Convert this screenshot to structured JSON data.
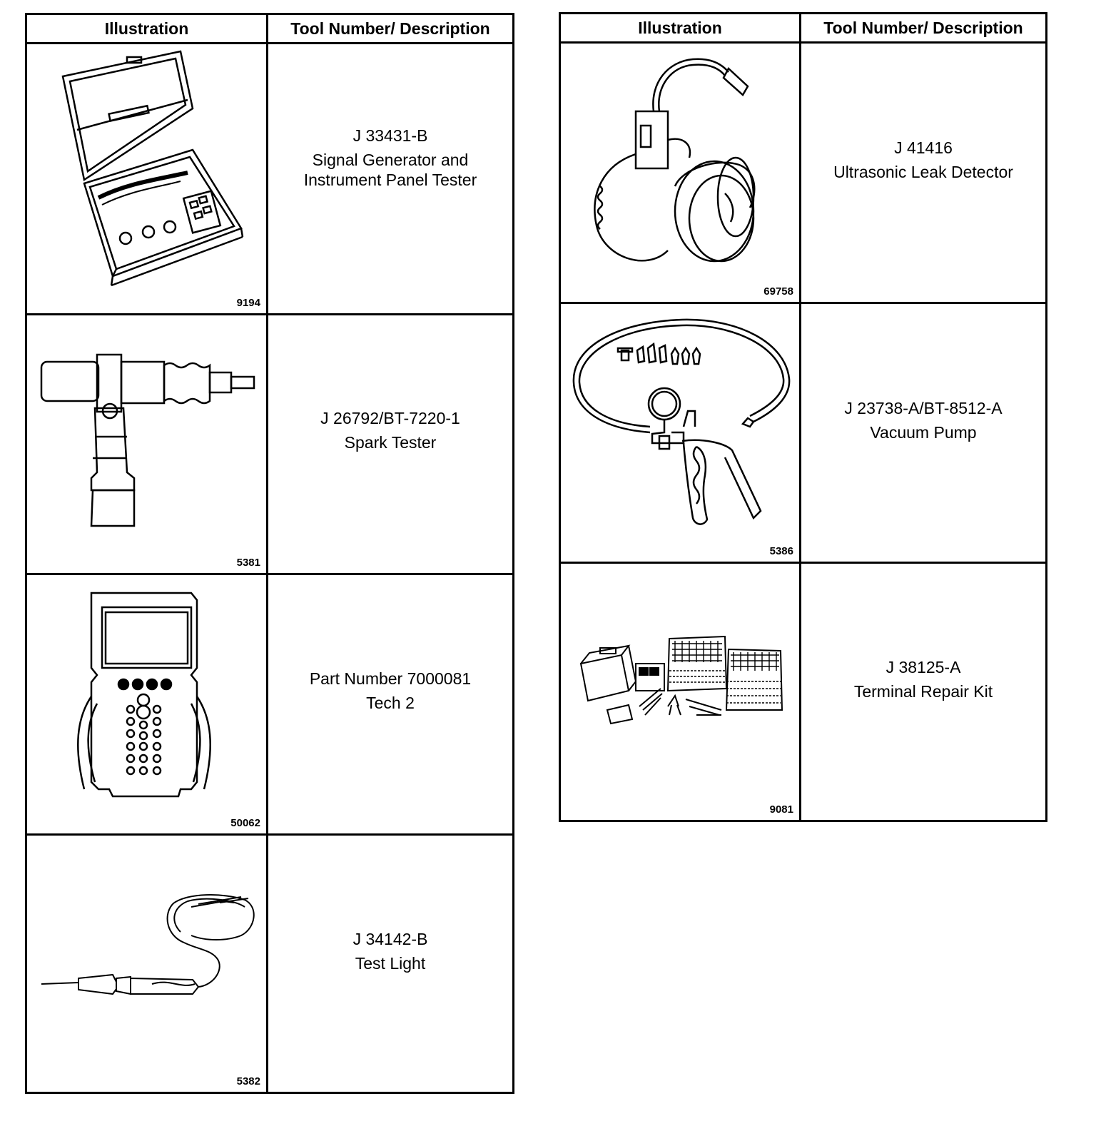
{
  "left_table": {
    "header_illustration": "Illustration",
    "header_description": "Tool Number/ Description",
    "rows": [
      {
        "figure": "9194",
        "tool_number": "J 33431-B",
        "description": "Signal Generator and",
        "description2": "Instrument Panel Tester",
        "icon": "signal-generator-case-icon"
      },
      {
        "figure": "5381",
        "tool_number": "J 26792/BT-7220-1",
        "description": "Spark Tester",
        "description2": "",
        "icon": "spark-tester-icon"
      },
      {
        "figure": "50062",
        "tool_number": "Part Number 7000081",
        "description": "Tech 2",
        "description2": "",
        "icon": "tech2-scanner-icon"
      },
      {
        "figure": "5382",
        "tool_number": "J 34142-B",
        "description": "Test Light",
        "description2": "",
        "icon": "test-light-icon"
      }
    ]
  },
  "right_table": {
    "header_illustration": "Illustration",
    "header_description": "Tool Number/ Description",
    "rows": [
      {
        "figure": "69758",
        "tool_number": "J 41416",
        "description": "Ultrasonic Leak Detector",
        "icon": "ultrasonic-leak-detector-icon"
      },
      {
        "figure": "5386",
        "tool_number": "J 23738-A/BT-8512-A",
        "description": "Vacuum Pump",
        "icon": "vacuum-pump-icon"
      },
      {
        "figure": "9081",
        "tool_number": "J 38125-A",
        "description": "Terminal Repair Kit",
        "icon": "terminal-repair-kit-icon"
      }
    ]
  }
}
